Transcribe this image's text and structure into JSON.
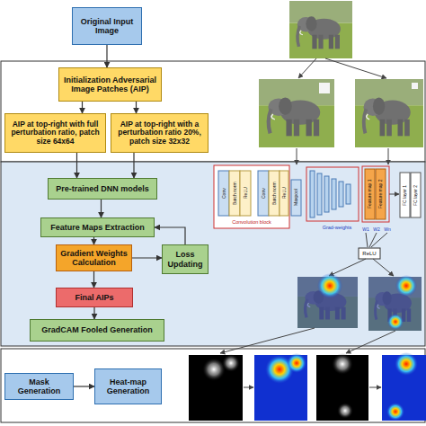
{
  "diagram": {
    "nodes": [
      {
        "text": [
          "Original Input Image"
        ]
      },
      {
        "text": [
          "Initialization Adversarial Image Patches (AIP)"
        ]
      },
      {
        "text": [
          "AIP at top-right with full perturbation ratio, patch size 64x64"
        ]
      },
      {
        "text": [
          "AIP at top-right with a perturbation ratio 20%, patch size 32x32"
        ]
      },
      {
        "text": [
          "Pre-trained DNN models"
        ]
      },
      {
        "text": [
          "Feature Maps Extraction"
        ]
      },
      {
        "text": [
          "Gradient Weights Calculation"
        ]
      },
      {
        "text": [
          "Loss Updating"
        ]
      },
      {
        "text": [
          "Final AIPs"
        ]
      },
      {
        "text": [
          "GradCAM Fooled Generation"
        ]
      },
      {
        "text": [
          "Mask Generation"
        ]
      },
      {
        "text": [
          "Heat-map Generation"
        ]
      }
    ],
    "edges": [
      {
        "from": 0,
        "to": 1,
        "arrow": "to"
      },
      {
        "from": 1,
        "to": 2,
        "arrow": "to"
      },
      {
        "from": 1,
        "to": 3,
        "arrow": "to"
      },
      {
        "from": 2,
        "to": 4,
        "arrow": "to"
      },
      {
        "from": 3,
        "to": 4,
        "arrow": "to"
      },
      {
        "from": 4,
        "to": 5,
        "arrow": "to"
      },
      {
        "from": 5,
        "to": 6,
        "arrow": "to"
      },
      {
        "from": 6,
        "to": 7,
        "arrow": "to"
      },
      {
        "from": 7,
        "to": 5,
        "arrow": "to"
      },
      {
        "from": 6,
        "to": 8,
        "arrow": "to"
      },
      {
        "from": 8,
        "to": 9,
        "arrow": "to"
      },
      {
        "from": 10,
        "to": 11,
        "arrow": "to"
      }
    ],
    "labels": [
      "Conv",
      "Batch norm",
      "ReLU",
      "Conv",
      "Batch norm",
      "ReLU",
      "Maxpool",
      "Convolution block",
      "Feature map 1",
      "Feature map 2",
      "FC layer 1",
      "FC layer 2",
      "Grad-weights",
      "W1",
      "W2",
      "Wn",
      "ReLU"
    ]
  }
}
